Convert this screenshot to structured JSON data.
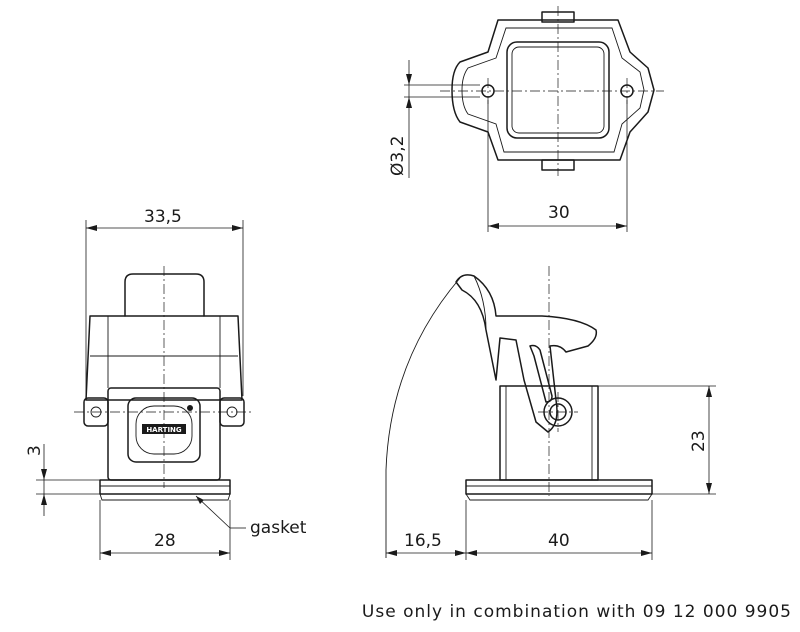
{
  "dimensions": {
    "width_side": "33,5",
    "base_width_side": "28",
    "gasket_thickness": "3",
    "gasket_label": "gasket",
    "hole_diameter": "Ø3,2",
    "hole_spacing": "30",
    "lever_clearance": "16,5",
    "base_length": "40",
    "height": "23"
  },
  "footer": {
    "note": "Use only in combination with 09 12 000 9905"
  },
  "logo": {
    "text": "HARTING"
  }
}
